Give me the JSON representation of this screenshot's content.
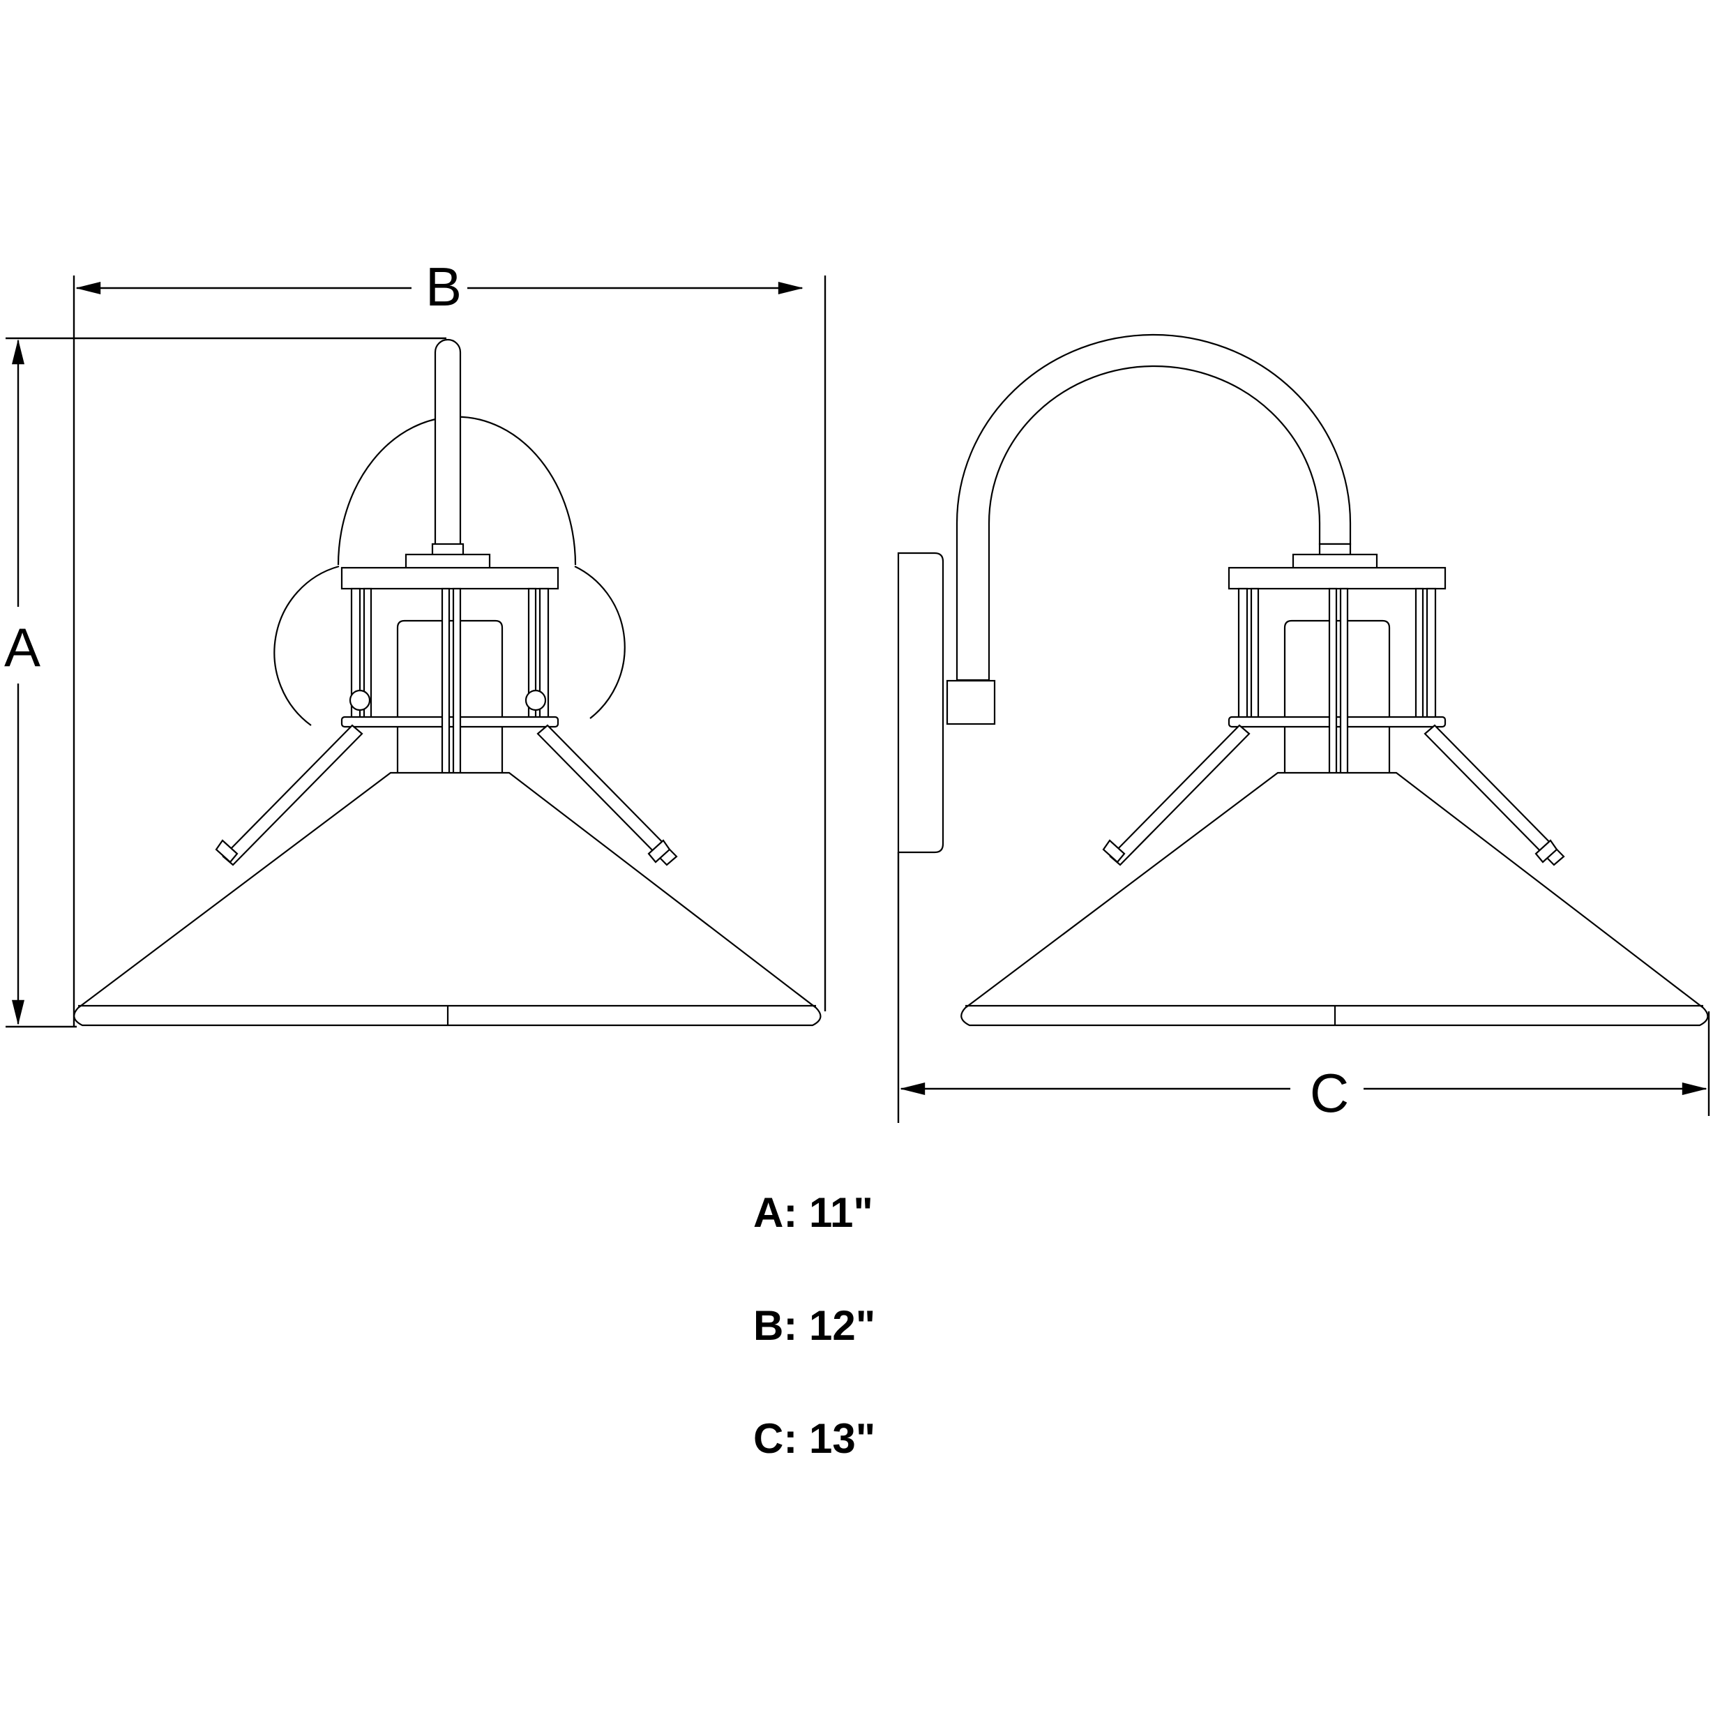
{
  "diagram": {
    "front_view": {
      "height_label": "A",
      "width_label": "B"
    },
    "side_view": {
      "depth_label": "C"
    },
    "specs": [
      {
        "text": "A: 11\""
      },
      {
        "text": "B: 12\""
      },
      {
        "text": "C: 13\""
      }
    ]
  }
}
